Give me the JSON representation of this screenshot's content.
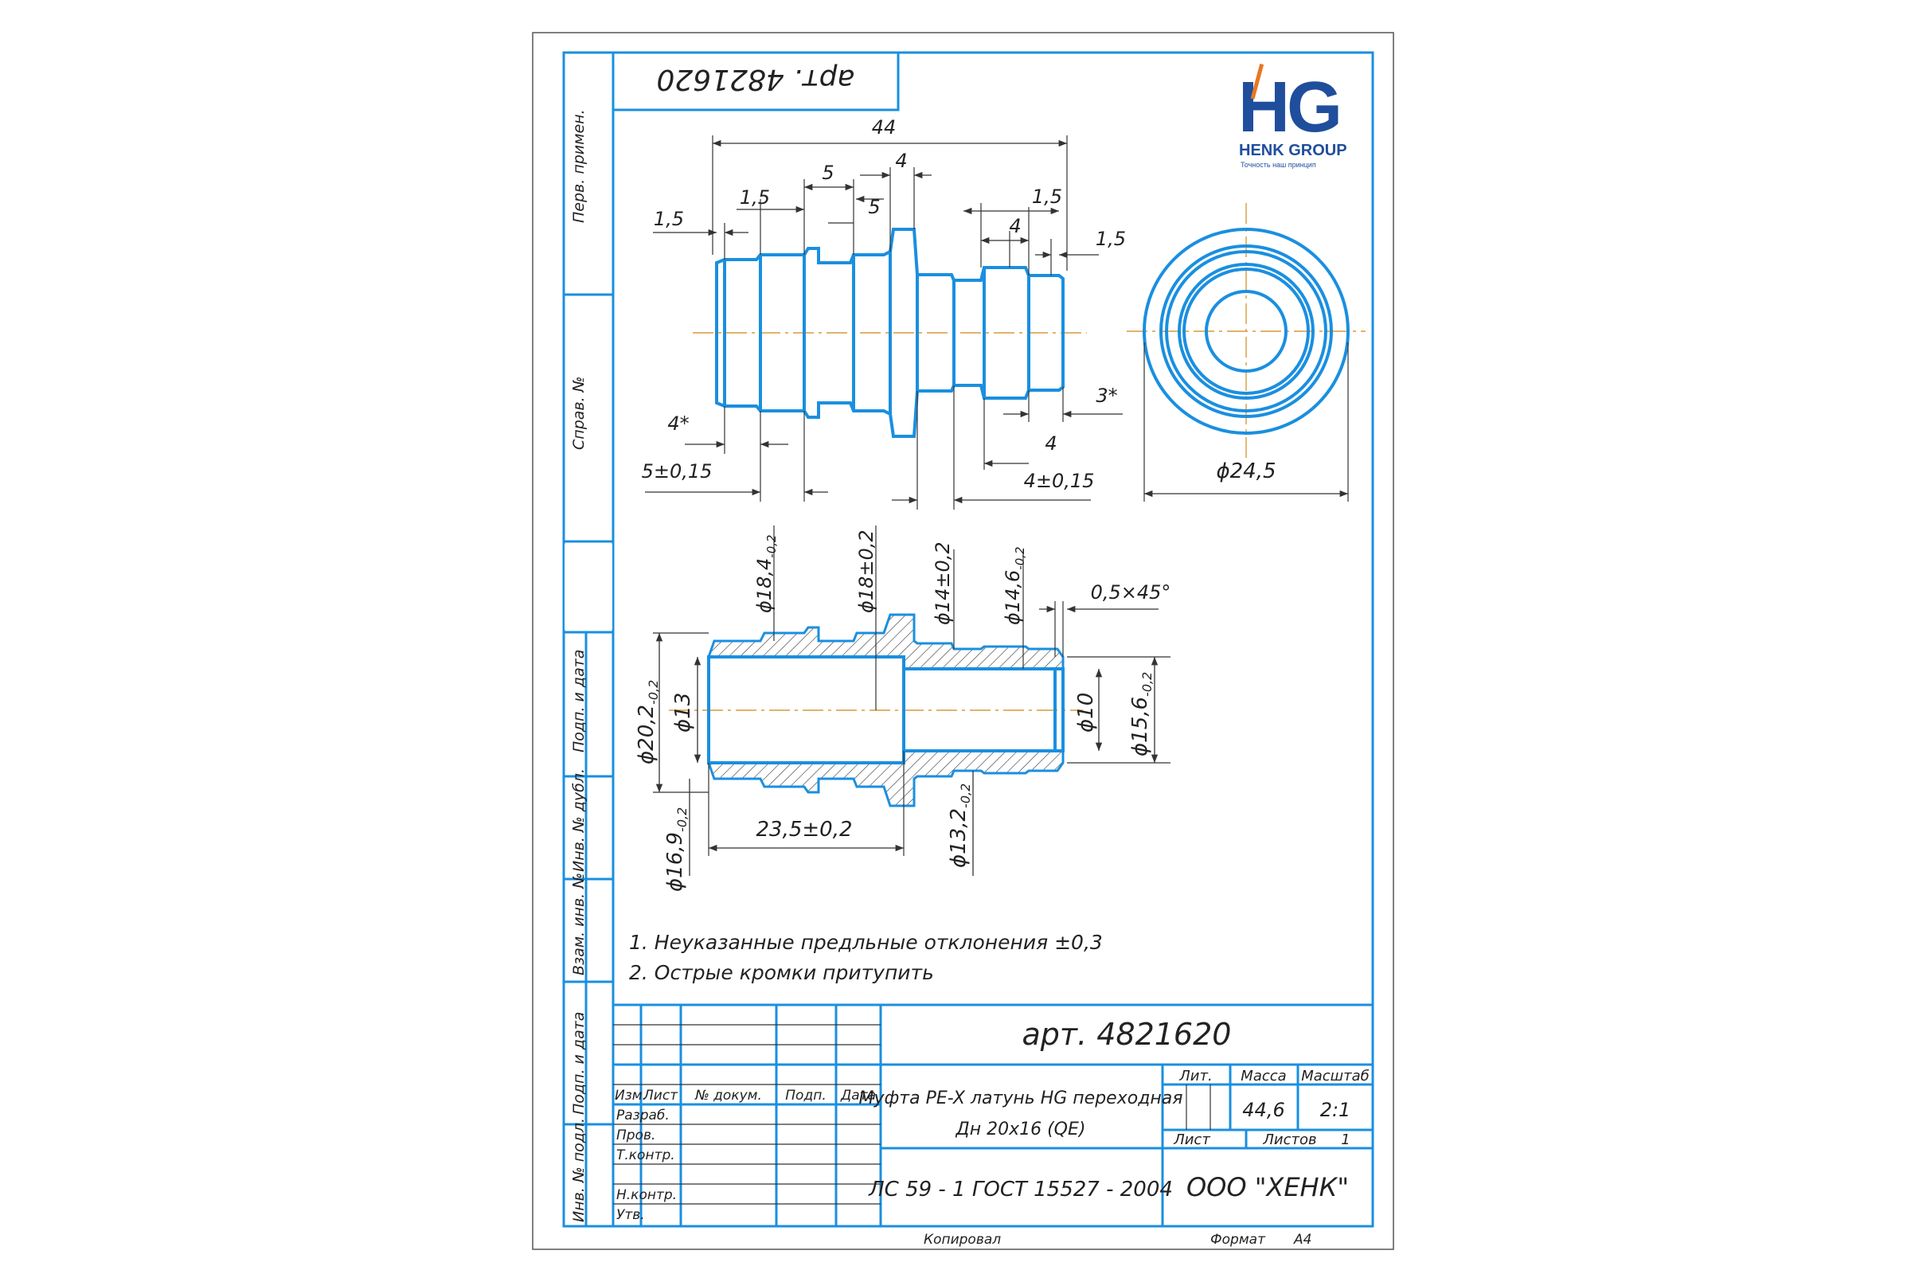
{
  "logo": {
    "letters": "HG",
    "company": "HENK GROUP",
    "tagline": "Точность наш принцип"
  },
  "stamp_rotated": "арт. 4821620",
  "side_columns": {
    "perv_primen": "Перв. примен.",
    "sprav_no": "Справ. №",
    "podp_data_1": "Подп. и дата",
    "inv_dubl": "Инв. № дубл.",
    "vzam_inv": "Взам. инв. №",
    "podp_data_2": "Подп. и дата",
    "inv_podl": "Инв. № подл."
  },
  "dims_top": {
    "d44": "44",
    "d5a": "5",
    "d4a": "4",
    "d15a": "1,5",
    "d5b": "5",
    "d15b": "1,5",
    "d15c": "1,5",
    "d4b": "4",
    "d15d": "1,5",
    "d4star": "4*",
    "d3star": "3*",
    "d4c": "4",
    "d5tol": "5±0,15",
    "d4tol": "4±0,15",
    "dia245": "ϕ24,5"
  },
  "dims_section": {
    "d184": "ϕ18,4",
    "d184tol": "-0,2",
    "d18": "ϕ18±0,2",
    "d14": "ϕ14±0,2",
    "d146": "ϕ14,6",
    "d146tol": "-0,2",
    "chamfer": "0,5×45°",
    "d202": "ϕ20,2",
    "d202tol": "-0,2",
    "d13": "ϕ13",
    "d10": "ϕ10",
    "d156": "ϕ15,6",
    "d156tol": "-0,2",
    "d169": "ϕ16,9",
    "d169tol": "-0,2",
    "len235": "23,5±0,2",
    "d132": "ϕ13,2",
    "d132tol": "-0,2"
  },
  "notes": [
    "1. Неуказанные предльные отклонения ±0,3",
    "2. Острые кромки притупить"
  ],
  "title_block": {
    "designation": "арт. 4821620",
    "headers": {
      "izm": "Изм.",
      "list": "Лист",
      "dokum": "№ докум.",
      "podp": "Подп.",
      "data": "Дата"
    },
    "roles": [
      "Разраб.",
      "Пров.",
      "Т.контр.",
      "",
      "Н.контр.",
      "Утв."
    ],
    "name_line1": "Муфта PE-X латунь HG переходная",
    "name_line2": "Дн 20х16 (QE)",
    "lit": "Лит.",
    "massa_label": "Масса",
    "masshtab_label": "Масштаб",
    "massa": "44,6",
    "masshtab": "2:1",
    "list_label": "Лист",
    "listov_label": "Листов",
    "listov": "1",
    "material": "ЛС 59 - 1 ГОСТ 15527 - 2004",
    "organization": "ООО \"ХЕНК\""
  },
  "footer": {
    "kopiroval": "Копировал",
    "format_label": "Формат",
    "format": "А4"
  },
  "colors": {
    "line": "#1a8fe0",
    "axis": "#d99a3a",
    "text": "#222222",
    "logo_blue": "#1f4e9c",
    "logo_orange": "#e87722"
  }
}
